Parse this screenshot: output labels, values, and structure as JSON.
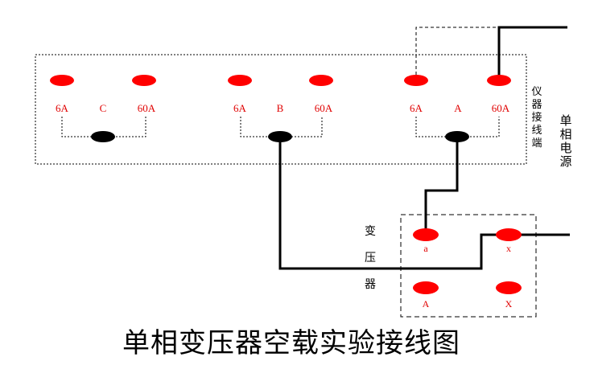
{
  "title": "单相变压器空载实验接线图",
  "colors": {
    "terminal": "#ff0000",
    "jumper": "#000000",
    "label": "#e00000",
    "wire": "#000000"
  },
  "instrument": {
    "side_label_chars": [
      "仪",
      "器",
      "接",
      "线",
      "端"
    ],
    "groups": [
      {
        "phase": "C",
        "left": "6A",
        "right": "60A"
      },
      {
        "phase": "B",
        "left": "6A",
        "right": "60A"
      },
      {
        "phase": "A",
        "left": "6A",
        "right": "60A"
      }
    ]
  },
  "power_supply": {
    "label_chars": [
      "单",
      "相",
      "电",
      "源"
    ]
  },
  "transformer": {
    "label_chars": [
      "变",
      "压",
      "器"
    ],
    "terminals": {
      "a": "a",
      "x": "x",
      "A": "A",
      "X": "X"
    }
  }
}
